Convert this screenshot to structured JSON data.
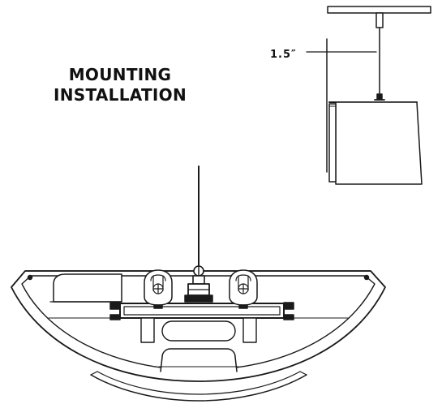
{
  "title_line1": "MOUNTING",
  "title_line2": "INSTALLATION",
  "dimension_label": "1.5″",
  "colors": {
    "line": "#1a1a1a",
    "background": "#ffffff",
    "fill_light": "#ffffff"
  }
}
